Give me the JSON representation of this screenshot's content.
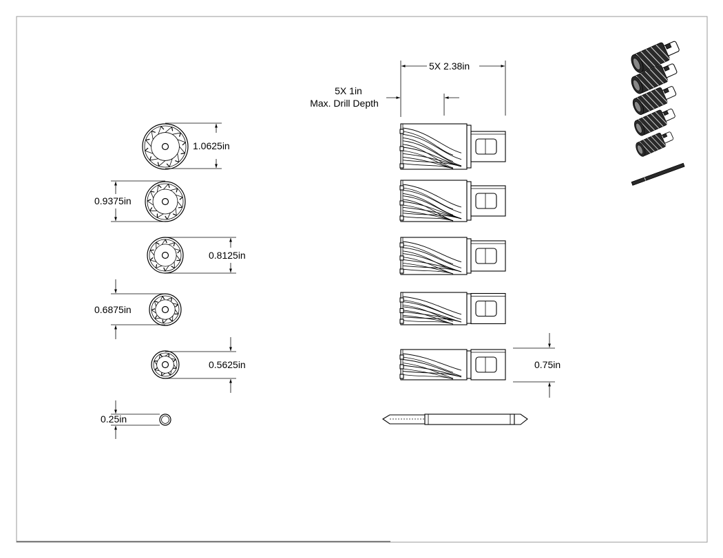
{
  "dimensions": {
    "cutter_1": "1.0625in",
    "cutter_2": "0.9375in",
    "cutter_3": "0.8125in",
    "cutter_4": "0.6875in",
    "cutter_5": "0.5625in",
    "pilot_pin": "0.25in",
    "overall_length": "5X 2.38in",
    "drill_depth_line1": "5X 1in",
    "drill_depth_line2": "Max. Drill Depth",
    "shank_diameter": "0.75in"
  }
}
